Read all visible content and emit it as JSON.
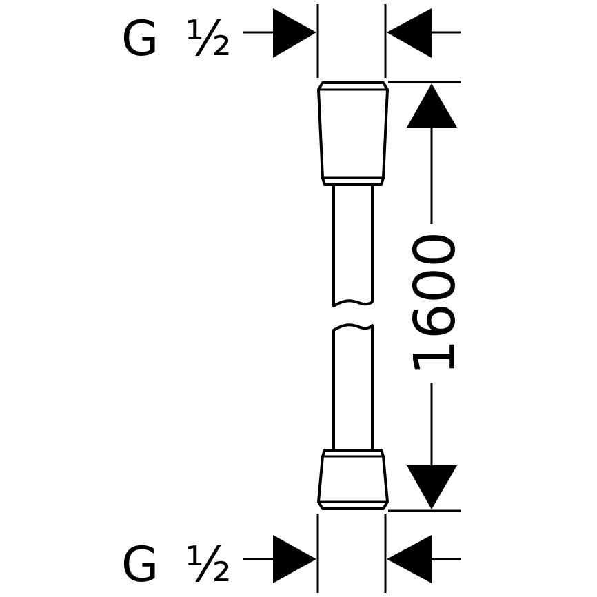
{
  "thread_label_top": {
    "letter": "G",
    "fraction": "½"
  },
  "thread_label_bottom": {
    "letter": "G",
    "fraction": "½"
  },
  "length_dimension": "1600",
  "line_color": "#000000",
  "background_color": "#ffffff"
}
